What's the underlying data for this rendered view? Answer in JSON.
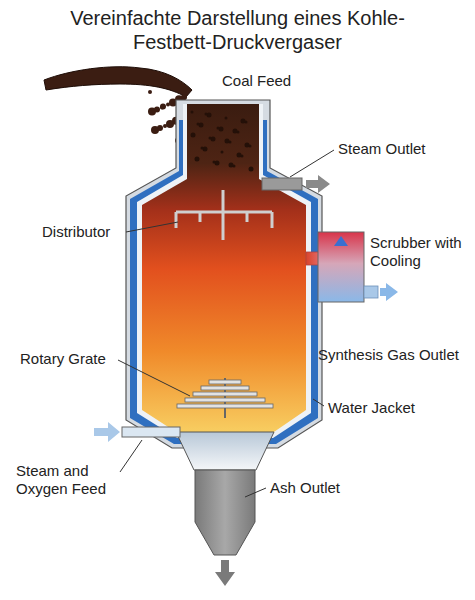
{
  "diagram": {
    "title": "Vereinfachte Darstellung eines Kohle-Festbett-Druckvergaser",
    "labels": [
      "Coal Feed",
      "Steam Outlet",
      "Distributor",
      "Scrubber with Cooling",
      "Synthesis Gas Outlet",
      "Rotary Grate",
      "Water Jacket",
      "Steam and Oxygen Feed",
      "Ash Outlet"
    ]
  }
}
